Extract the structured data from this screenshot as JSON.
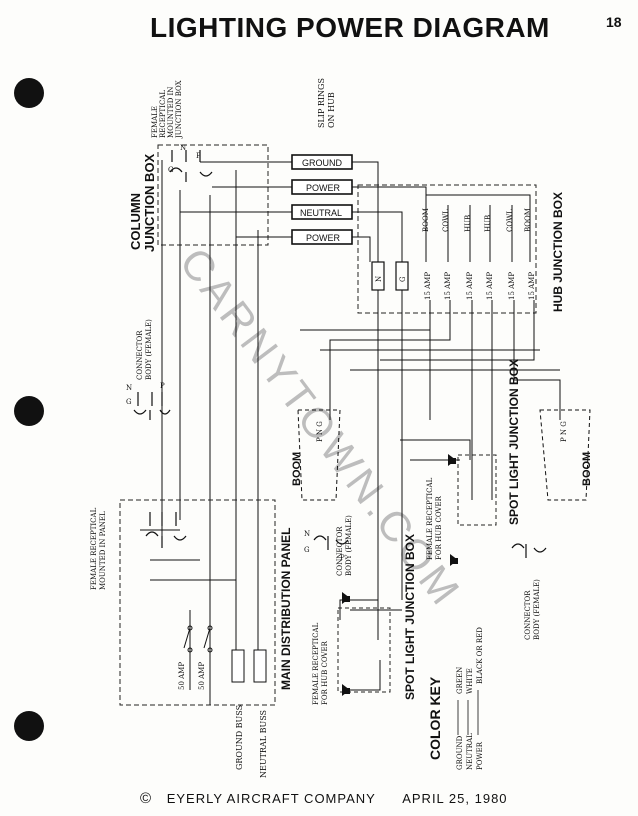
{
  "title": "LIGHTING POWER DIAGRAM",
  "page_number": "18",
  "watermark": "CARNYTOWN.COM",
  "footer": {
    "copyright": "©",
    "company": "EYERLY AIRCRAFT COMPANY",
    "date": "APRIL 25, 1980"
  },
  "labels": {
    "column_junction_box": "COLUMN JUNCTION BOX",
    "column_receptacle_l1": "FEMALE",
    "column_receptacle_l2": "RECEPTICAL",
    "column_receptacle_l3": "MOUNTED IN",
    "column_receptacle_l4": "JUNCTION BOX",
    "slip_rings_l1": "SLIP RINGS",
    "slip_rings_l2": "ON HUB",
    "ring_ground": "GROUND",
    "ring_power_1": "POWER",
    "ring_neutral": "NEUTRAL",
    "ring_power_2": "POWER",
    "hub_junction_box": "HUB JUNCTION BOX",
    "hub_cols": [
      "BOOM",
      "COWL",
      "HUB",
      "HUB",
      "COWL",
      "BOOM"
    ],
    "fuse_ng": [
      "N",
      "G"
    ],
    "fuse_amps": [
      "15 AMP",
      "15 AMP",
      "15 AMP",
      "15 AMP",
      "15 AMP",
      "15 AMP"
    ],
    "connector_top_l1": "CONNECTOR",
    "connector_top_l2": "BODY (FEMALE)",
    "boom_left": "BOOM",
    "boom_right": "BOOM",
    "main_receptacle_l1": "FEMALE RECEPTICAL",
    "main_receptacle_l2": "MOUNTED IN PANEL",
    "main_distribution_panel": "MAIN DISTRIBUTION PANEL",
    "breaker_1": "50 AMP",
    "breaker_2": "50 AMP",
    "ground_buss": "GROUND BUSS",
    "neutral_buss": "NEUTRAL BUSS",
    "connector_mid_l1": "CONNECTOR",
    "connector_mid_l2": "BODY (FEMALE)",
    "hub_receptacle_left_l1": "FEMALE RECEPTICAL",
    "hub_receptacle_left_l2": "FOR HUB COVER",
    "spot_light_jb_left": "SPOT LIGHT JUNCTION BOX",
    "hub_receptacle_right_l1": "FEMALE RECEPTICAL",
    "hub_receptacle_right_l2": "FOR HUB COVER",
    "spot_light_jb_right": "SPOT LIGHT JUNCTION BOX",
    "connector_right_l1": "CONNECTOR",
    "connector_right_l2": "BODY (FEMALE)",
    "color_key_title": "COLOR KEY",
    "color_key_rows": [
      {
        "wire": "GROUND",
        "color": "GREEN"
      },
      {
        "wire": "NEUTRAL",
        "color": "WHITE"
      },
      {
        "wire": "POWER",
        "color": "BLACK OR RED"
      }
    ],
    "pin_n": "N",
    "pin_g": "G",
    "pin_p": "P"
  }
}
